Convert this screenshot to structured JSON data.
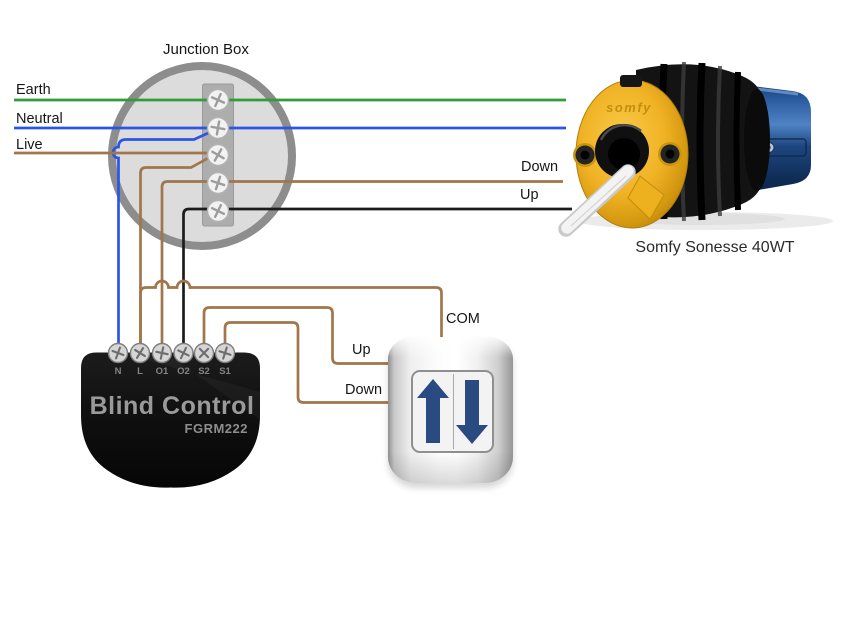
{
  "labels": {
    "junction_box": "Junction Box",
    "earth": "Earth",
    "neutral": "Neutral",
    "live": "Live",
    "motor_down": "Down",
    "motor_up": "Up",
    "com": "COM",
    "switch_up": "Up",
    "switch_down": "Down"
  },
  "module": {
    "name": "Blind Control",
    "model": "FGRM222",
    "terminals": [
      "N",
      "L",
      "O1",
      "O2",
      "S2",
      "S1"
    ]
  },
  "motor": {
    "brand": "somfy",
    "caption": "Somfy Sonesse 40WT"
  },
  "colors": {
    "earth": "#2f9e38",
    "neutral": "#2b55e6",
    "live": "#a1764a",
    "up_black": "#1c1c1c",
    "switch_arrow": "#2a4a82"
  }
}
